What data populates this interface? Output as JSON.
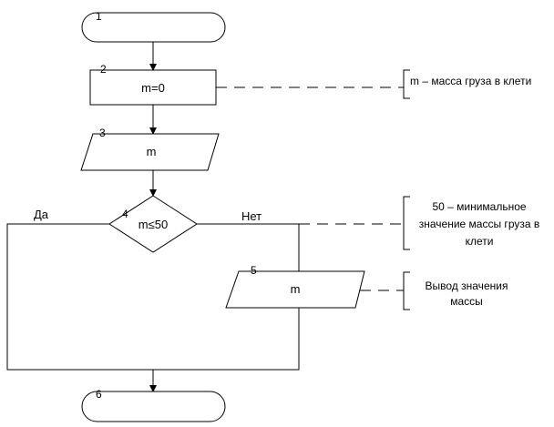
{
  "flowchart": {
    "block1": {
      "number": "1"
    },
    "block2": {
      "number": "2",
      "text": "m=0"
    },
    "block3": {
      "number": "3",
      "text": "m"
    },
    "block4": {
      "number": "4",
      "text": "m≤50",
      "yes_label": "Да",
      "no_label": "Нет"
    },
    "block5": {
      "number": "5",
      "text": "m"
    },
    "block6": {
      "number": "6"
    }
  },
  "comments": {
    "c1": {
      "lines": [
        "m – масса груза в клети"
      ]
    },
    "c2": {
      "lines": [
        "50 – минимальное",
        "значение массы груза в",
        "клети"
      ]
    },
    "c3": {
      "lines": [
        "Вывод значения",
        "массы"
      ]
    }
  }
}
